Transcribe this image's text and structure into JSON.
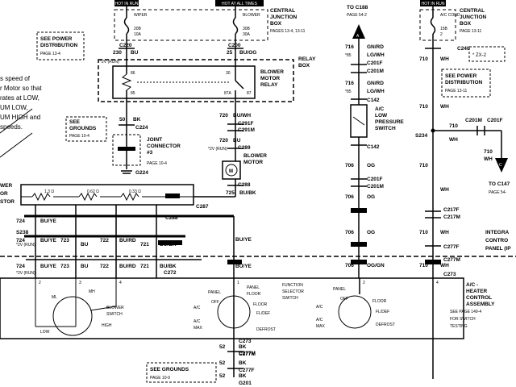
{
  "hot_labels": [
    "HOT IN RUN",
    "HOT AT ALL TIMES",
    "HOT IN RUN"
  ],
  "fuses": {
    "left": {
      "name": "WIPER",
      "num": "20B",
      "amps": "10A"
    },
    "mid": {
      "name": "BLOWER",
      "num": "30B",
      "amps": "30A"
    },
    "right": {
      "name": "A/C COND.",
      "num": "15B",
      "amps": "2"
    }
  },
  "notes": {
    "cjb_mid": [
      "CENTRAL",
      "JUNCTION",
      "BOX",
      "PAGES 13-4, 13-11"
    ],
    "cjb_right": [
      "CENTRAL",
      "JUNCTION",
      "BOX",
      "PAGE 13-11"
    ],
    "power_dist_left": [
      "SEE POWER",
      "DISTRIBUTION",
      "PAGE 13-4"
    ],
    "power_dist_right": [
      "SEE POWER",
      "DISTRIBUTION",
      "PAGE 13-11"
    ],
    "grounds_top": [
      "SEE",
      "GROUNDS",
      "PAGE 10-4"
    ],
    "grounds_bottom": [
      "SEE GROUNDS",
      "PAGE 10-9"
    ],
    "joint_connector": [
      "JOINT",
      "CONNECTOR",
      "#3",
      "PAGE 10-4"
    ],
    "relay_box": [
      "RELAY",
      "BOX"
    ],
    "blower_relay": [
      "BLOWER",
      "MOTOR",
      "RELAY"
    ],
    "blower_motor": [
      "BLOWER",
      "MOTOR"
    ],
    "to_c188": [
      "TO C188",
      "PAGE 54-2"
    ],
    "to_c147": [
      "TO C147",
      "PAGE 54-"
    ],
    "ac_switch": [
      "A/C",
      "LOW",
      "PRESSURE",
      "SWITCH"
    ],
    "integrated_panel": [
      "INTEGRA",
      "CONTRO",
      "PANEL (IP"
    ],
    "heater_assembly": [
      "A/C -",
      "HEATER",
      "CONTROL",
      "ASSEMBLY",
      "SEE PAGE 149-4",
      "FOR SWITCH",
      "TESTING"
    ],
    "zx2": "* ZX-2",
    "side_text": [
      "s speed of",
      "r Motor so that",
      "rates at LOW,",
      "UM LOW,",
      "UM HIGH and",
      "speeds."
    ],
    "side_wer": [
      "WER",
      "OR",
      "STOR"
    ],
    "function_switch": [
      "FUNCTION",
      "SELECTOR",
      "SWITCH"
    ]
  },
  "connectors": {
    "c220": "C220",
    "c200": "C200",
    "c240": "C240",
    "c224": "C224",
    "g224": "G224",
    "c291f": "C291F",
    "c291m": "C291M",
    "c289": "C289",
    "c288": "C288",
    "c287": "C287",
    "c288b": "C288",
    "c201f": "C201F",
    "c201m": "C201M",
    "c142": "C142",
    "c142b": "C142",
    "c201f2": "C201F",
    "c201m2": "C201M",
    "c201m_r": "C201M",
    "c201f_r": "C201F",
    "s238": "S238",
    "s234": "S234",
    "c217f": "C217F",
    "c217m": "C217M",
    "c277f": "C277F",
    "c277m": "C277M",
    "c272": "C272",
    "c273": "C273",
    "c273b": "C273",
    "c277m_b": "C277M",
    "c277f_b": "C277F",
    "g201": "G201"
  },
  "wires": {
    "w230": {
      "circuit": "230",
      "color": "BU"
    },
    "w25": {
      "circuit": "25",
      "color": "BU/OG"
    },
    "w50": {
      "circuit": "50",
      "color": "BK"
    },
    "w720a": {
      "circuit": "720",
      "color": "BU/WH"
    },
    "w720b": {
      "circuit": "720",
      "color": "BU"
    },
    "w725": {
      "circuit": "725",
      "color": "BU/BK"
    },
    "w716a": {
      "circuit": "716",
      "color": "GN/RD"
    },
    "w716b": {
      "circuit": "716",
      "color": "LG/WH"
    },
    "w716c": {
      "circuit": "716",
      "color": "GN/RD"
    },
    "w716d": {
      "circuit": "716",
      "color": "LG/WH"
    },
    "w706a": {
      "circuit": "706",
      "color": "OG"
    },
    "w706b": {
      "circuit": "706",
      "color": "OG"
    },
    "w706c": {
      "circuit": "706",
      "color": "OG"
    },
    "w706d": {
      "circuit": "706",
      "color": "OG/GN"
    },
    "w710a": {
      "circuit": "710",
      "color": "WH"
    },
    "w710b": {
      "circuit": "710",
      "color": "WH"
    },
    "w710c": {
      "circuit": "710",
      "color": "WH"
    },
    "w710d": {
      "circuit": "710",
      "color": "WH"
    },
    "w710e": {
      "circuit": "710",
      "color": "WH"
    },
    "w710f": {
      "circuit": "710",
      "color": "WH"
    },
    "w710g": {
      "circuit": "710",
      "color": "WH"
    },
    "w724a": {
      "circuit": "724",
      "color": "BU/YE"
    },
    "w724b": {
      "circuit": "724",
      "color": "BU/YE"
    },
    "w724c": {
      "circuit": "724",
      "color": "BU/YE"
    },
    "w723": {
      "circuit": "723",
      "color": "BU"
    },
    "w723b": {
      "circuit": "723",
      "color": "BU"
    },
    "w722": {
      "circuit": "722",
      "color": "BU/RD"
    },
    "w722b": {
      "circuit": "722",
      "color": "BU/RD"
    },
    "w721": {
      "circuit": "721",
      "color": "BU/BK"
    },
    "w721b": {
      "circuit": "721",
      "color": "BU/BK"
    },
    "w261": {
      "circuit": "",
      "color": "BU/YE"
    },
    "w52a": {
      "circuit": "52",
      "color": "BK"
    },
    "w52b": {
      "circuit": "52",
      "color": "BK"
    },
    "w52c": {
      "circuit": "52",
      "color": "BK"
    }
  },
  "resistors": [
    "1.3 Ω",
    "0.62 Ω",
    "0.33 Ω"
  ],
  "run_marks": [
    "*2V (RUN)",
    "*2V (RUN)",
    "*2V (RUN)",
    "*2V (RUN)"
  ],
  "asterisk_85": [
    "*85",
    "*85"
  ],
  "pins": {
    "relay": [
      "86",
      "30",
      "85",
      "87A",
      "87"
    ],
    "blower_switch": [
      "2",
      "3",
      "4"
    ],
    "function": [
      "1",
      "2"
    ],
    "heater_right": [
      "4"
    ]
  },
  "switch_labels": {
    "blower": {
      "ml": "ML",
      "mh": "MH",
      "low": "LOW",
      "high": "HIGH",
      "name": [
        "BLOWER",
        "SWITCH"
      ]
    },
    "function_left": {
      "panel": "PANEL",
      "panel_floor": [
        "PANEL",
        "FLOOR"
      ],
      "floor": "FLOOR",
      "ac": "A/C",
      "ac_max": [
        "A/C",
        "MAX"
      ],
      "off": "OFF",
      "defrost": "DEFROST",
      "fl_def": "FL/DEF"
    },
    "function_right": {
      "panel": "PANEL",
      "floor": "FLOOR",
      "off": "OFF",
      "ac": "A/C",
      "ac_max": [
        "A/C",
        "MAX"
      ],
      "fl_def": "FL/DEF",
      "defrost": "DEFROST"
    }
  },
  "arrows": {
    "a": "A",
    "c": "C"
  }
}
